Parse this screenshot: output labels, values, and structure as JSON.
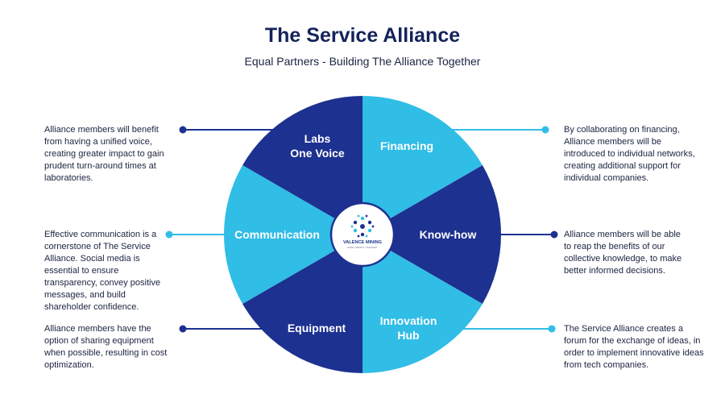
{
  "header": {
    "title": "The Service Alliance",
    "subtitle": "Equal Partners - Building The Alliance Together"
  },
  "colors": {
    "dark_blue": "#1d3190",
    "light_blue": "#30bde6",
    "title": "#14235a"
  },
  "wheel": {
    "segments": [
      {
        "label_line1": "Labs",
        "label_line2": "One Voice",
        "color": "dark"
      },
      {
        "label_line1": "Financing",
        "color": "light"
      },
      {
        "label_line1": "Know-how",
        "color": "dark"
      },
      {
        "label_line1": "Innovation",
        "label_line2": "Hub",
        "color": "light"
      },
      {
        "label_line1": "Equipment",
        "color": "dark"
      },
      {
        "label_line1": "Communication",
        "color": "light"
      }
    ],
    "logo": {
      "name": "VALENCE MINING",
      "tagline": "EARTH. ENERGY. TOGETHER."
    }
  },
  "descriptions": {
    "left_top": "Alliance members will benefit from having a unified voice, creating greater impact to gain prudent turn-around times at laboratories.",
    "left_middle": "Effective communication is a cornerstone of The Service Alliance. Social media is essential to ensure transparency, convey positive messages, and build shareholder confidence.",
    "left_bottom": "Alliance members have the option of sharing equipment when possible, resulting in cost optimization.",
    "right_top": "By collaborating on financing, Alliance members will be introduced to individual networks, creating additional support for individual companies.",
    "right_middle": "Alliance members will be able to reap the benefits of our collective knowledge, to make better informed decisions.",
    "right_bottom": "The Service Alliance creates a forum for the exchange of ideas, in order to implement innovative ideas from tech companies."
  }
}
